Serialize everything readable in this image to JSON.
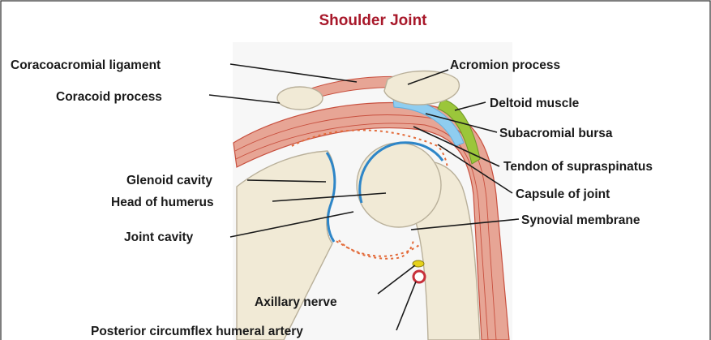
{
  "title": "Shoulder Joint",
  "labels": {
    "coracoacromial_ligament": "Coracoacromial ligament",
    "coracoid_process": "Coracoid process",
    "acromion_process": "Acromion process",
    "deltoid_muscle": "Deltoid muscle",
    "subacromial_bursa": "Subacromial bursa",
    "tendon_of_supraspinatus": "Tendon of supraspinatus",
    "glenoid_cavity": "Glenoid cavity",
    "head_of_humerus": "Head of humerus",
    "capsule_of_joint": "Capsule of joint",
    "joint_cavity": "Joint cavity",
    "synovial_membrane": "Synovial membrane",
    "axillary_nerve": "Axillary nerve",
    "posterior_circumflex_humeral_artery": "Posterior circumflex humeral artery"
  },
  "colors": {
    "title": "#a8182a",
    "bone": "#f1ead6",
    "bone_outline": "#b9b09a",
    "muscle": "#e7a595",
    "muscle_stripe": "#c8503f",
    "cartilage": "#2e86c8",
    "bursa": "#8fcdf0",
    "tendon": "#9bc63a",
    "synovial": "#e36b3a",
    "nerve": "#e6d21a",
    "artery": "#c8303a"
  }
}
